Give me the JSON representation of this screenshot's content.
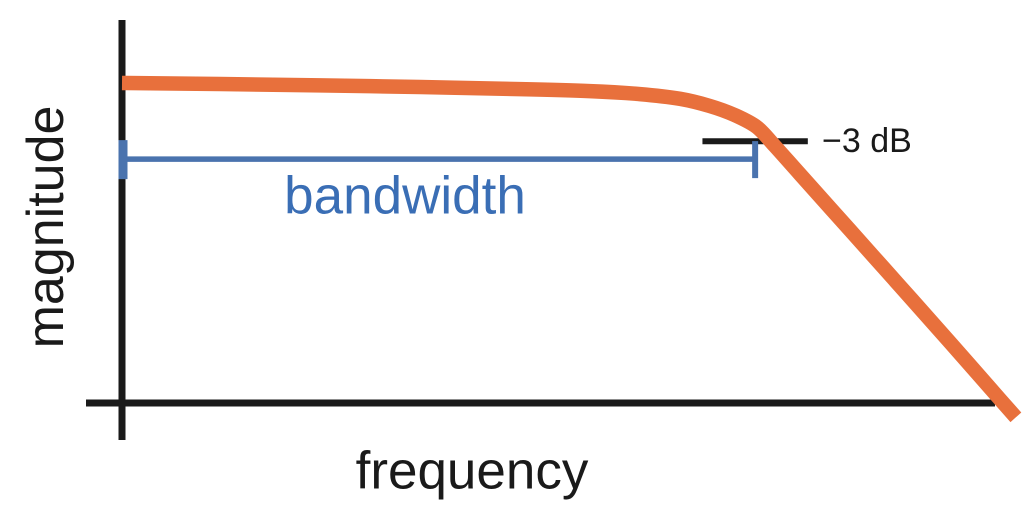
{
  "colors": {
    "axis": "#1a1a1a",
    "text": "#1a1a1a",
    "bandwidth_line": "#4a73ae",
    "bandwidth_text": "#3a6eb5",
    "background": "#ffffff"
  },
  "chart_data": {
    "type": "line",
    "title": "",
    "xlabel": "frequency",
    "ylabel": "magnitude",
    "grid": false,
    "legend": false,
    "x_axis": {
      "tick_labels": [],
      "range_norm": [
        0,
        1
      ]
    },
    "y_axis": {
      "tick_labels": [],
      "range_norm": [
        0,
        1
      ]
    },
    "series": [
      {
        "name": "magnitude-response",
        "color": "#e8703c",
        "x_norm": [
          0.0,
          0.11,
          0.222,
          0.334,
          0.446,
          0.524,
          0.58,
          0.625,
          0.658,
          0.686,
          0.711,
          0.731,
          0.759,
          0.815,
          0.871,
          0.927,
          0.983,
          1.001
        ],
        "y_norm": [
          1.0,
          0.997,
          0.993,
          0.988,
          0.982,
          0.976,
          0.967,
          0.953,
          0.932,
          0.905,
          0.869,
          0.813,
          0.73,
          0.564,
          0.398,
          0.231,
          0.062,
          0.008
        ]
      }
    ],
    "annotations": {
      "minus_3db": {
        "label": "−3 dB",
        "y_norm": 0.827,
        "x_start_norm": 0.65,
        "x_end_norm": 0.768
      },
      "bandwidth": {
        "label": "bandwidth",
        "y_norm": 0.774,
        "x_start_norm": 0.0,
        "x_end_norm": 0.709
      }
    }
  }
}
